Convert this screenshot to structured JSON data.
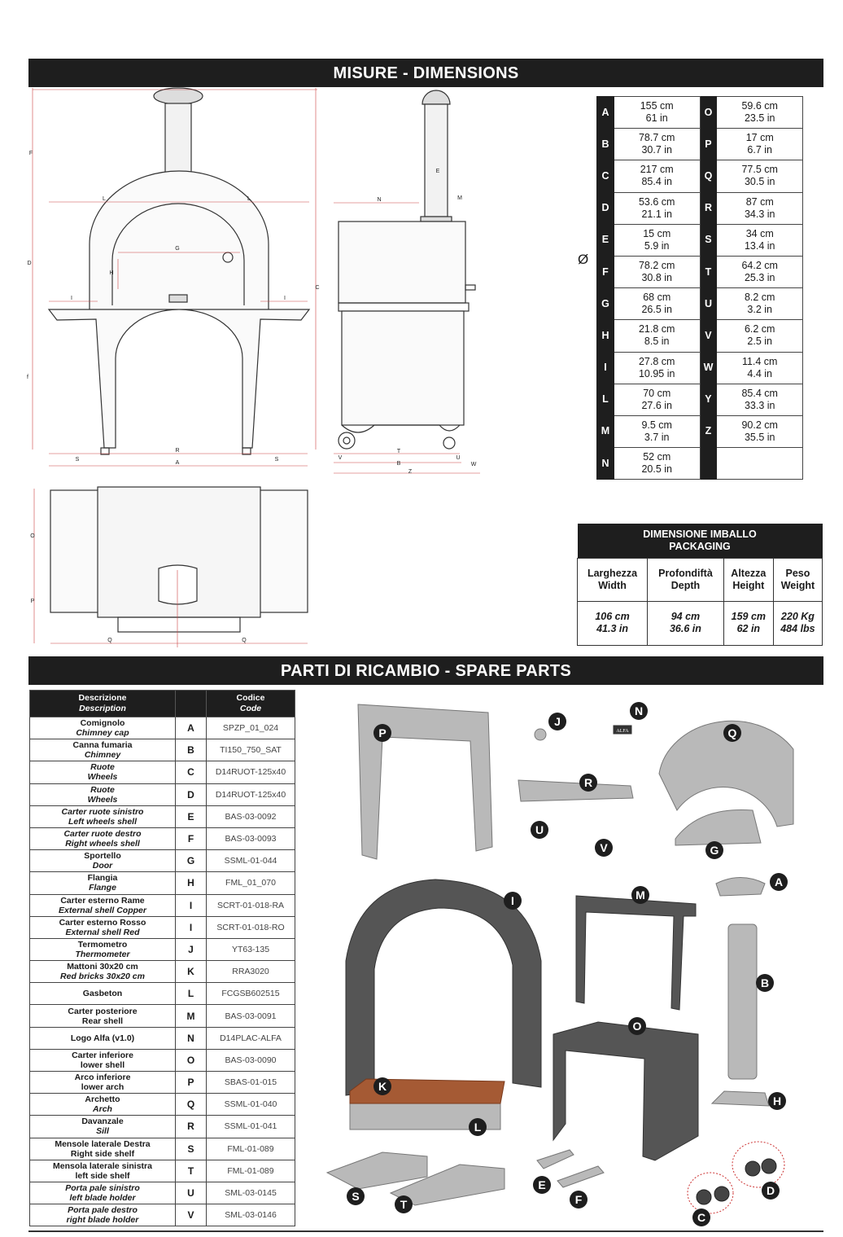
{
  "sections": {
    "dimensions_title": "MISURE - DIMENSIONS",
    "spare_parts_title": "PARTI DI RICAMBIO - SPARE PARTS"
  },
  "diameter_symbol": "Ø",
  "dimensions": {
    "left": [
      {
        "key": "A",
        "cm": "155 cm",
        "in": "61 in"
      },
      {
        "key": "B",
        "cm": "78.7 cm",
        "in": "30.7 in"
      },
      {
        "key": "C",
        "cm": "217 cm",
        "in": "85.4 in"
      },
      {
        "key": "D",
        "cm": "53.6 cm",
        "in": "21.1 in"
      },
      {
        "key": "E",
        "cm": "15 cm",
        "in": "5.9 in"
      },
      {
        "key": "F",
        "cm": "78.2 cm",
        "in": "30.8 in"
      },
      {
        "key": "G",
        "cm": "68 cm",
        "in": "26.5 in"
      },
      {
        "key": "H",
        "cm": "21.8 cm",
        "in": "8.5 in"
      },
      {
        "key": "I",
        "cm": "27.8 cm",
        "in": "10.95 in"
      },
      {
        "key": "L",
        "cm": "70 cm",
        "in": "27.6 in"
      },
      {
        "key": "M",
        "cm": "9.5 cm",
        "in": "3.7 in"
      },
      {
        "key": "N",
        "cm": "52 cm",
        "in": "20.5 in"
      }
    ],
    "right": [
      {
        "key": "O",
        "cm": "59.6 cm",
        "in": "23.5 in"
      },
      {
        "key": "P",
        "cm": "17 cm",
        "in": "6.7 in"
      },
      {
        "key": "Q",
        "cm": "77.5 cm",
        "in": "30.5 in"
      },
      {
        "key": "R",
        "cm": "87 cm",
        "in": "34.3 in"
      },
      {
        "key": "S",
        "cm": "34 cm",
        "in": "13.4 in"
      },
      {
        "key": "T",
        "cm": "64.2 cm",
        "in": "25.3 in"
      },
      {
        "key": "U",
        "cm": "8.2 cm",
        "in": "3.2 in"
      },
      {
        "key": "V",
        "cm": "6.2 cm",
        "in": "2.5 in"
      },
      {
        "key": "W",
        "cm": "11.4 cm",
        "in": "4.4 in"
      },
      {
        "key": "Y",
        "cm": "85.4 cm",
        "in": "33.3 in"
      },
      {
        "key": "Z",
        "cm": "90.2 cm",
        "in": "35.5 in"
      }
    ]
  },
  "packaging": {
    "title_it": "DIMENSIONE IMBALLO",
    "title_en": "PACKAGING",
    "columns": [
      {
        "it": "Larghezza",
        "en": "Width",
        "cm": "106 cm",
        "in": "41.3 in"
      },
      {
        "it": "Profondiftà",
        "en": "Depth",
        "cm": "94 cm",
        "in": "36.6 in"
      },
      {
        "it": "Altezza",
        "en": "Height",
        "cm": "159 cm",
        "in": "62 in"
      },
      {
        "it": "Peso",
        "en": "Weight",
        "cm": "220 Kg",
        "in": "484 lbs"
      }
    ]
  },
  "parts_table": {
    "header": {
      "desc_it": "Descrizione",
      "desc_en": "Description",
      "code_it": "Codice",
      "code_en": "Code"
    },
    "rows": [
      {
        "it": "Comignolo",
        "en": "Chimney cap",
        "key": "A",
        "code": "SPZP_01_024",
        "it_i": false,
        "en_i": true
      },
      {
        "it": "Canna fumaria",
        "en": "Chimney",
        "key": "B",
        "code": "TI150_750_SAT",
        "it_i": false,
        "en_i": true
      },
      {
        "it": "Ruote",
        "en": "Wheels",
        "key": "C",
        "code": "D14RUOT-125x40",
        "it_i": true,
        "en_i": true
      },
      {
        "it": "Ruote",
        "en": "Wheels",
        "key": "D",
        "code": "D14RUOT-125x40",
        "it_i": true,
        "en_i": true
      },
      {
        "it": "Carter ruote sinistro",
        "en": "Left wheels shell",
        "key": "E",
        "code": "BAS-03-0092",
        "it_i": true,
        "en_i": true
      },
      {
        "it": "Carter ruote destro",
        "en": "Right wheels shell",
        "key": "F",
        "code": "BAS-03-0093",
        "it_i": true,
        "en_i": true
      },
      {
        "it": "Sportello",
        "en": "Door",
        "key": "G",
        "code": "SSML-01-044",
        "it_i": false,
        "en_i": true
      },
      {
        "it": "Flangia",
        "en": "Flange",
        "key": "H",
        "code": "FML_01_070",
        "it_i": false,
        "en_i": true
      },
      {
        "it": "Carter esterno Rame",
        "en": "External shell Copper",
        "key": "I",
        "code": "SCRT-01-018-RA",
        "it_i": false,
        "en_i": true
      },
      {
        "it": "Carter esterno Rosso",
        "en": "External shell Red",
        "key": "I",
        "code": "SCRT-01-018-RO",
        "it_i": false,
        "en_i": true
      },
      {
        "it": "Termometro",
        "en": "Thermometer",
        "key": "J",
        "code": "YT63-135",
        "it_i": false,
        "en_i": true
      },
      {
        "it": "Mattoni 30x20 cm",
        "en": "Red bricks 30x20 cm",
        "key": "K",
        "code": "RRA3020",
        "it_i": false,
        "en_i": true
      },
      {
        "it": "Gasbeton",
        "en": "",
        "key": "L",
        "code": "FCGSB602515",
        "it_i": false,
        "en_i": false
      },
      {
        "it": "Carter posteriore",
        "en": "Rear shell",
        "key": "M",
        "code": "BAS-03-0091",
        "it_i": false,
        "en_i": false
      },
      {
        "it": "Logo Alfa (v1.0)",
        "en": "",
        "key": "N",
        "code": "D14PLAC-ALFA",
        "it_i": false,
        "en_i": false
      },
      {
        "it": "Carter inferiore",
        "en": "lower shell",
        "key": "O",
        "code": "BAS-03-0090",
        "it_i": false,
        "en_i": false
      },
      {
        "it": "Arco inferiore",
        "en": "lower arch",
        "key": "P",
        "code": "SBAS-01-015",
        "it_i": false,
        "en_i": false
      },
      {
        "it": "Archetto",
        "en": "Arch",
        "key": "Q",
        "code": "SSML-01-040",
        "it_i": false,
        "en_i": true
      },
      {
        "it": "Davanzale",
        "en": "Sill",
        "key": "R",
        "code": "SSML-01-041",
        "it_i": false,
        "en_i": true
      },
      {
        "it": "Mensole laterale Destra",
        "en": "Right side shelf",
        "key": "S",
        "code": "FML-01-089",
        "it_i": false,
        "en_i": false
      },
      {
        "it": "Mensola laterale sinistra",
        "en": "left side shelf",
        "key": "T",
        "code": "FML-01-089",
        "it_i": false,
        "en_i": false
      },
      {
        "it": "Porta pale sinistro",
        "en": "left blade holder",
        "key": "U",
        "code": "SML-03-0145",
        "it_i": true,
        "en_i": true
      },
      {
        "it": "Porta pale destro",
        "en": "right blade holder",
        "key": "V",
        "code": "SML-03-0146",
        "it_i": true,
        "en_i": true
      }
    ]
  },
  "exploded_view_callouts": [
    "P",
    "J",
    "N",
    "Q",
    "R",
    "U",
    "V",
    "G",
    "A",
    "I",
    "M",
    "B",
    "O",
    "K",
    "H",
    "L",
    "E",
    "S",
    "D",
    "T",
    "F",
    "C"
  ],
  "logo_plate_text": "ALFA",
  "drawing_labels": {
    "front": [
      "F",
      "L",
      "L",
      "D",
      "G",
      "H",
      "I",
      "I",
      "C",
      "f",
      "R",
      "A",
      "S",
      "S"
    ],
    "side": [
      "E",
      "N",
      "M",
      "V",
      "T",
      "U",
      "W",
      "B",
      "Z"
    ],
    "top": [
      "O",
      "P",
      "Q",
      "Q"
    ]
  }
}
